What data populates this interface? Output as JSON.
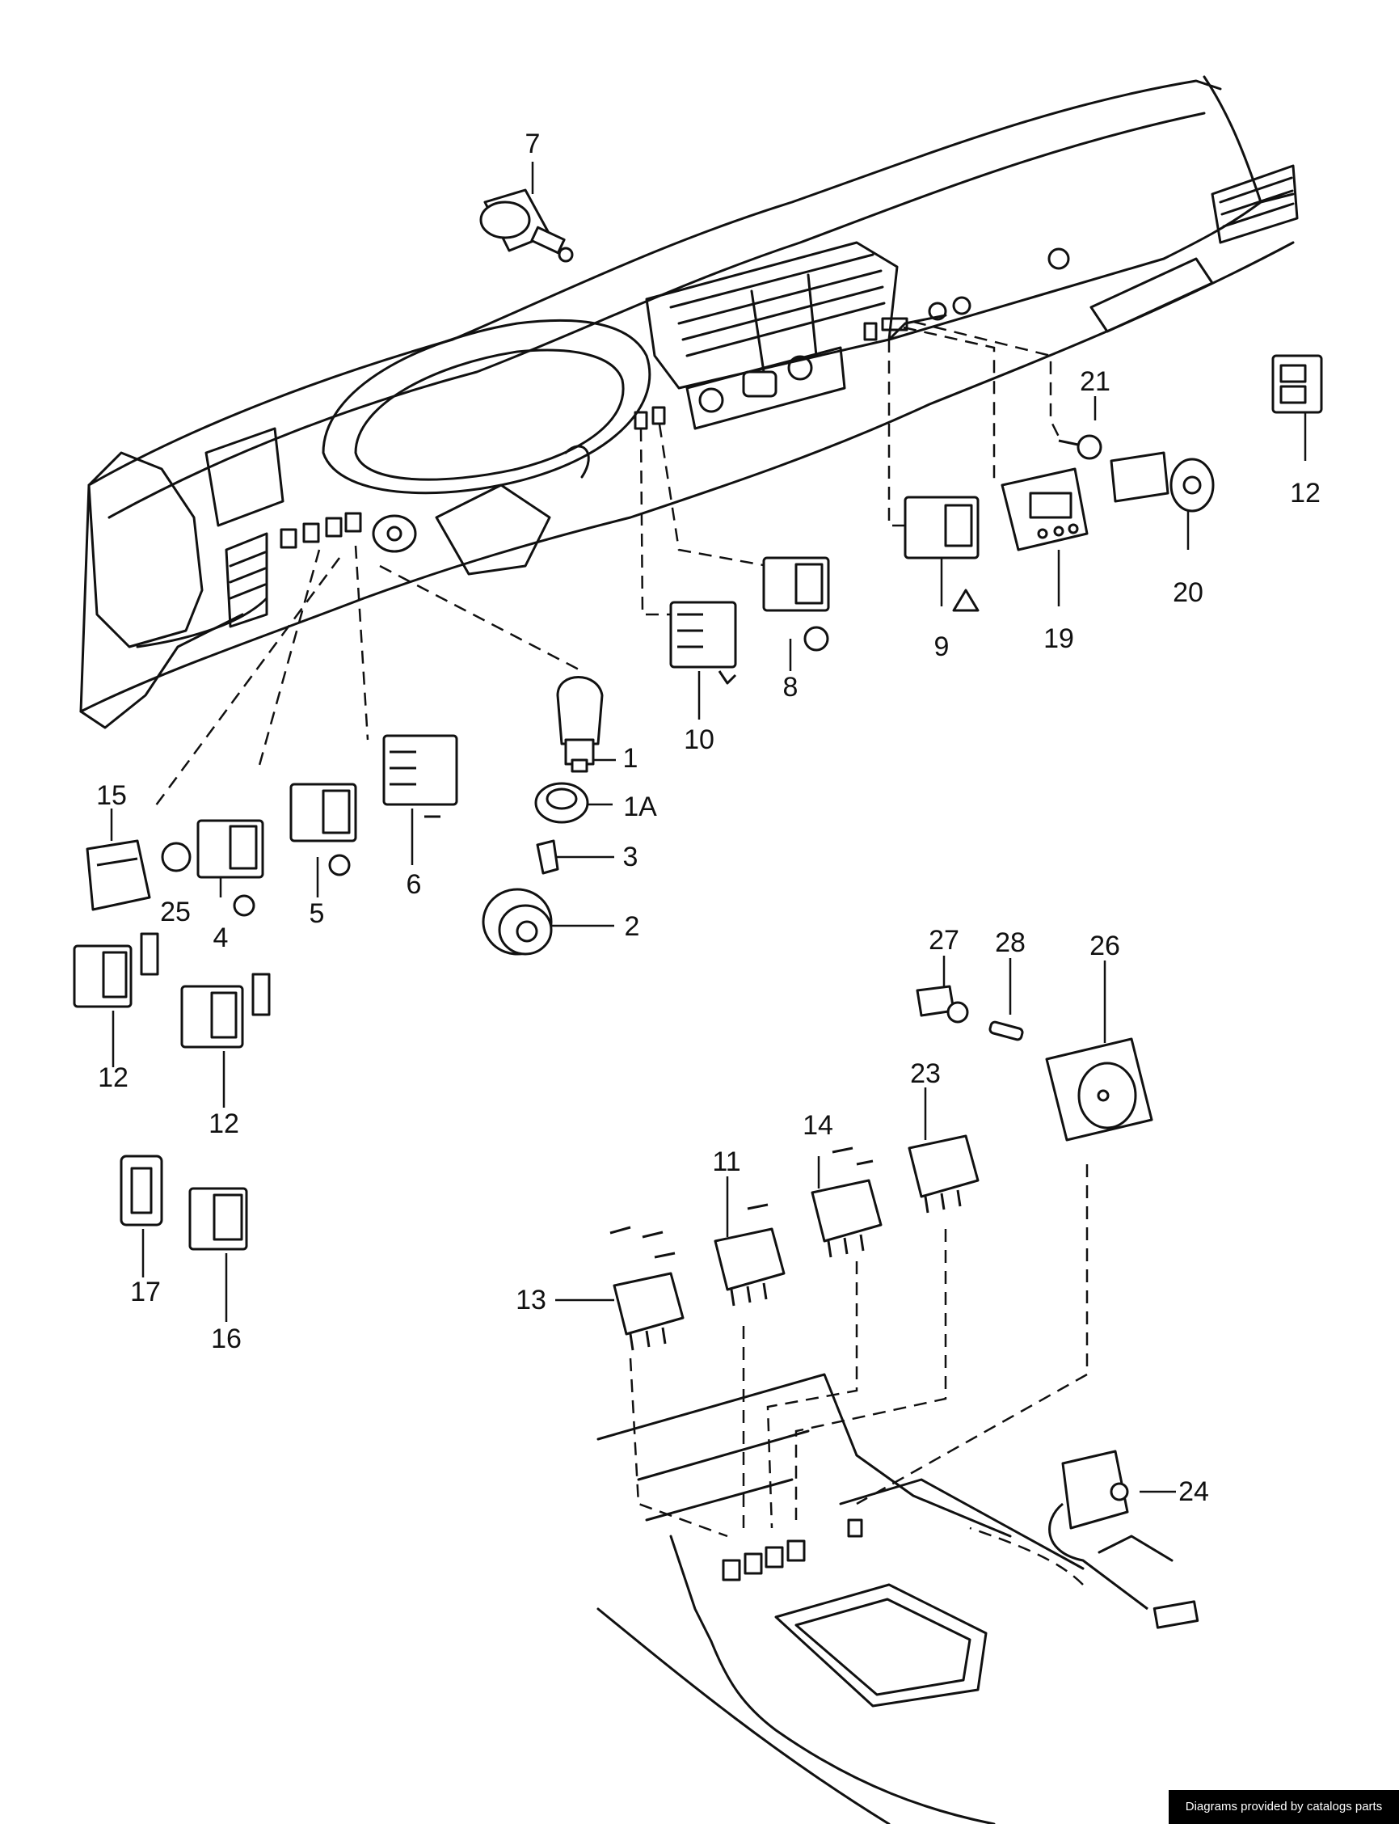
{
  "credit_text": "Diagrams provided by catalogs parts",
  "callouts": [
    "7",
    "21",
    "12",
    "20",
    "19",
    "9",
    "8",
    "10",
    "1",
    "1A",
    "3",
    "2",
    "6",
    "5",
    "4",
    "25",
    "15",
    "12",
    "12",
    "17",
    "16",
    "27",
    "28",
    "26",
    "23",
    "14",
    "11",
    "13",
    "24"
  ],
  "colors": {
    "ink": "#111111",
    "background": "#ffffff",
    "credit_bg": "#000000",
    "credit_text": "#ffffff"
  }
}
